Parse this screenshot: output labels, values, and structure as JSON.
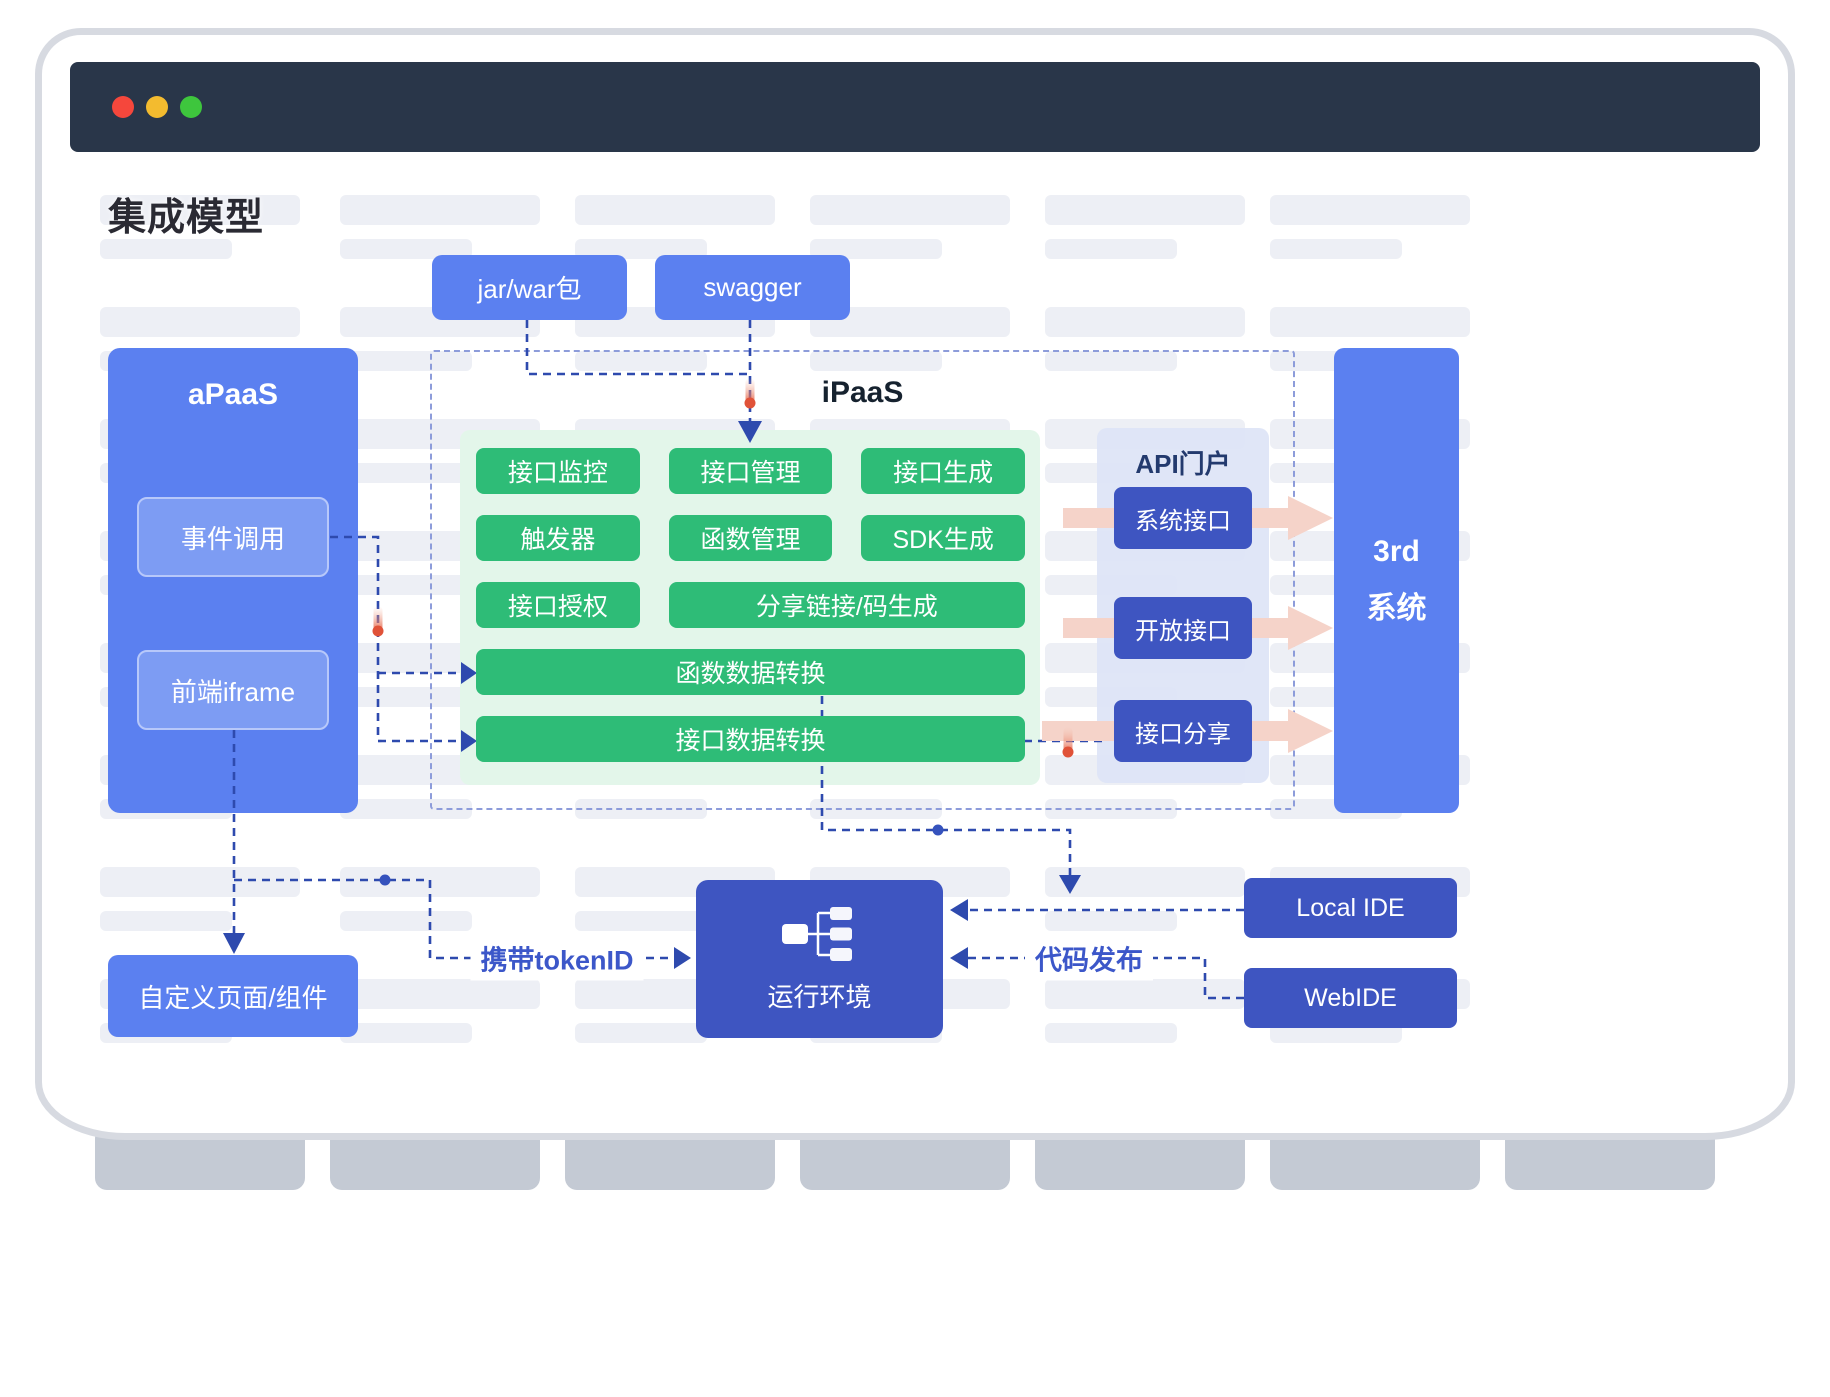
{
  "page_title": "集成模型",
  "sources": [
    {
      "label": "jar/war包"
    },
    {
      "label": "swagger"
    }
  ],
  "apaas": {
    "title": "aPaaS",
    "items": [
      {
        "label": "事件调用"
      },
      {
        "label": "前端iframe"
      }
    ]
  },
  "ipaas": {
    "title": "iPaaS",
    "modules": [
      {
        "label": "接口监控"
      },
      {
        "label": "接口管理"
      },
      {
        "label": "接口生成"
      },
      {
        "label": "触发器"
      },
      {
        "label": "函数管理"
      },
      {
        "label": "SDK生成"
      },
      {
        "label": "接口授权"
      },
      {
        "label": "分享链接/码生成"
      },
      {
        "label": "函数数据转换"
      },
      {
        "label": "接口数据转换"
      }
    ]
  },
  "api_portal": {
    "title": "API门户",
    "items": [
      {
        "label": "系统接口"
      },
      {
        "label": "开放接口"
      },
      {
        "label": "接口分享"
      }
    ]
  },
  "third_system": {
    "line1": "3rd",
    "line2": "系统"
  },
  "runtime": {
    "label": "运行环境"
  },
  "custom_component": {
    "label": "自定义页面/组件"
  },
  "ides": [
    {
      "label": "Local IDE"
    },
    {
      "label": "WebIDE"
    }
  ],
  "flow_labels": {
    "token": "携带tokenID",
    "deploy": "代码发布"
  },
  "icons": {
    "window_dots": [
      "red",
      "yellow",
      "green"
    ],
    "runtime_icon": "flowchart-branches"
  },
  "colors": {
    "node_blue": "#5b80f0",
    "node_dark_blue": "#3e55c1",
    "module_green": "#2ebc77",
    "line_blue": "#2e4aae",
    "pink_arrow": "#f5d3c9",
    "header_bar": "#293649"
  }
}
